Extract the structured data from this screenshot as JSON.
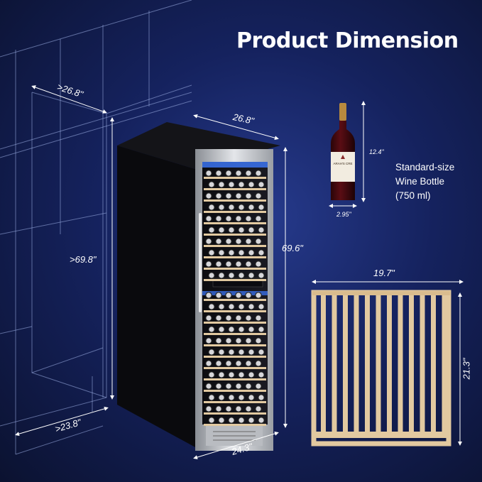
{
  "title": "Product Dimension",
  "dimensions": {
    "cabinet_depth_space": ">26.8\"",
    "cabinet_height_space": ">69.8\"",
    "cabinet_width_space": ">23.8\"",
    "fridge_depth": "26.8\"",
    "fridge_height": "69.6\"",
    "fridge_width": "24.3\"",
    "bottle_height": "12.4\"",
    "bottle_width": "2.95\"",
    "shelf_width": "19.7\"",
    "shelf_depth": "21.3\""
  },
  "bottle": {
    "line1": "Standard-size",
    "line2": "Wine Bottle",
    "line3": "(750 ml)",
    "label_text": "ARAH'S CRE"
  },
  "colors": {
    "accent_light": "#3f7bff",
    "wood": "#e2c9a0",
    "steel": "#c9ccd1"
  }
}
